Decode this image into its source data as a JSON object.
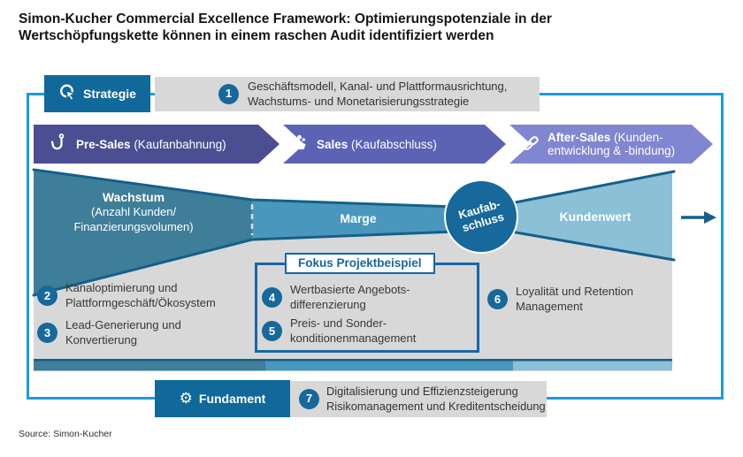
{
  "title": {
    "line1": "Simon-Kucher Commercial Excellence Framework: Optimierungspotenziale in der",
    "line2": "Wertschöpfungskette können in einem raschen Audit identifiziert werden"
  },
  "source": "Source: Simon-Kucher",
  "strategy_row": {
    "label": "Strategie",
    "number": "1",
    "text_line1": "Geschäftsmodell, Kanal- und Plattformausrichtung,",
    "text_line2": "Wachstums- und Monetarisierungsstrategie"
  },
  "chevrons": [
    {
      "name": "Pre-Sales",
      "sub": "(Kaufanbahnung)",
      "icon": "fishing-hook-icon",
      "color": "#4B4F92"
    },
    {
      "name": "Sales",
      "sub": "(Kaufabschluss)",
      "icon": "coins-hand-icon",
      "color": "#5C63B5"
    },
    {
      "name": "After-Sales",
      "sub_line1": "(Kunden-",
      "sub_line2": "entwicklung & -bindung)",
      "icon": "chain-link-icon",
      "color": "#8086D0"
    }
  ],
  "funnel": {
    "left_title": "Wachstum",
    "left_sub1": "(Anzahl Kunden/",
    "left_sub2": "Finanzierungsvolumen)",
    "middle": "Marge",
    "circle_line1": "Kaufab-",
    "circle_line2": "schluss",
    "right": "Kundenwert",
    "colors": {
      "left": "#3F7E98",
      "middle": "#4A97BE",
      "circle": "#17689B",
      "right": "#8BC0D7",
      "outline": "#14608A"
    }
  },
  "focus_box": {
    "label": "Fokus Projektbeispiel",
    "border_color": "#1767A7"
  },
  "items": [
    {
      "number": "2",
      "line1": "Kanaloptimierung und",
      "line2": "Plattformgeschäft/Ökosystem"
    },
    {
      "number": "3",
      "line1": "Lead-Generierung und",
      "line2": "Konvertierung"
    },
    {
      "number": "4",
      "line1": "Wertbasierte Angebots-",
      "line2": "differenzierung"
    },
    {
      "number": "5",
      "line1": "Preis- und Sonder-",
      "line2": "konditionenmanagement"
    },
    {
      "number": "6",
      "line1": "Loyalität und Retention",
      "line2": "Management"
    }
  ],
  "foundation_row": {
    "label": "Fundament",
    "number": "7",
    "text_line1": "Digitalisierung und Effizienzsteigerung",
    "text_line2": "Risikomanagement und Kreditentscheidung",
    "icon": "gear-icon",
    "gear_glyph": "⚙"
  },
  "colors": {
    "frame_border": "#1B9CD8",
    "label_box": "#11689B",
    "number_circle": "#17689B",
    "gray_box": "#D8D8D8",
    "title_text": "#141414"
  }
}
